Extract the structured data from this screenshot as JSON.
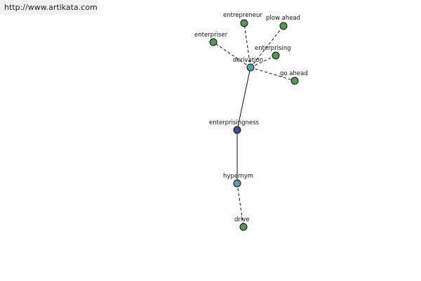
{
  "header": {
    "url_text": "http://www.artikata.com"
  },
  "graph": {
    "colors": {
      "leaf_node": "#4f9a4f",
      "hub_node": "#4aa7a0",
      "center_node": "#3d4d9a"
    },
    "nodes": [
      {
        "id": "entrepreneur",
        "label": "entrepreneur",
        "kind": "leaf"
      },
      {
        "id": "plow-ahead",
        "label": "plow ahead",
        "kind": "leaf"
      },
      {
        "id": "enterpriser",
        "label": "enterpriser",
        "kind": "leaf"
      },
      {
        "id": "enterprising",
        "label": "enterprising",
        "kind": "leaf"
      },
      {
        "id": "derivation",
        "label": "derivation",
        "kind": "hub"
      },
      {
        "id": "go-ahead",
        "label": "go ahead",
        "kind": "leaf"
      },
      {
        "id": "enterprisingness",
        "label": "enterprisingness",
        "kind": "center"
      },
      {
        "id": "hypernym",
        "label": "hypernym",
        "kind": "hub"
      },
      {
        "id": "drive",
        "label": "drive",
        "kind": "leaf"
      }
    ],
    "edges": [
      {
        "from": "derivation",
        "to": "entrepreneur",
        "style": "dashed"
      },
      {
        "from": "derivation",
        "to": "plow-ahead",
        "style": "dashed"
      },
      {
        "from": "derivation",
        "to": "enterpriser",
        "style": "dashed"
      },
      {
        "from": "derivation",
        "to": "enterprising",
        "style": "dashed"
      },
      {
        "from": "derivation",
        "to": "go-ahead",
        "style": "dashed"
      },
      {
        "from": "enterprisingness",
        "to": "derivation",
        "style": "solid"
      },
      {
        "from": "enterprisingness",
        "to": "hypernym",
        "style": "solid"
      },
      {
        "from": "hypernym",
        "to": "drive",
        "style": "dashed"
      }
    ]
  }
}
